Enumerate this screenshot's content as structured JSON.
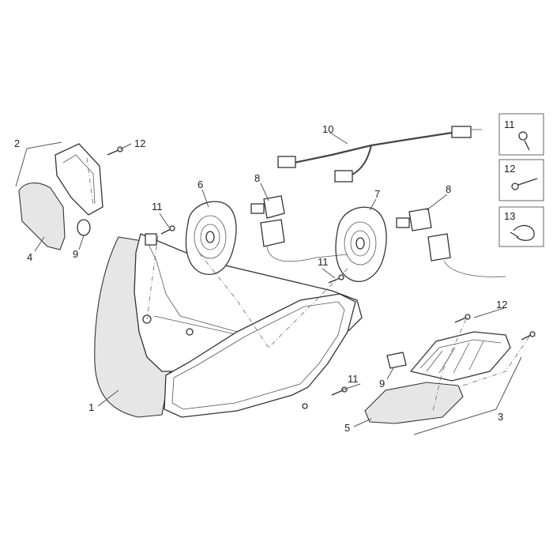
{
  "callouts": {
    "c1": "1",
    "c2": "2",
    "c3": "3",
    "c4": "4",
    "c5": "5",
    "c6": "6",
    "c7": "7",
    "c8a": "8",
    "c8b": "8",
    "c9a": "9",
    "c9b": "9",
    "c10": "10",
    "c11a": "11",
    "c11b": "11",
    "c11c": "11",
    "c12a": "12",
    "c12b": "12"
  },
  "legend": {
    "l11": "11",
    "l12": "12",
    "l13": "13"
  }
}
